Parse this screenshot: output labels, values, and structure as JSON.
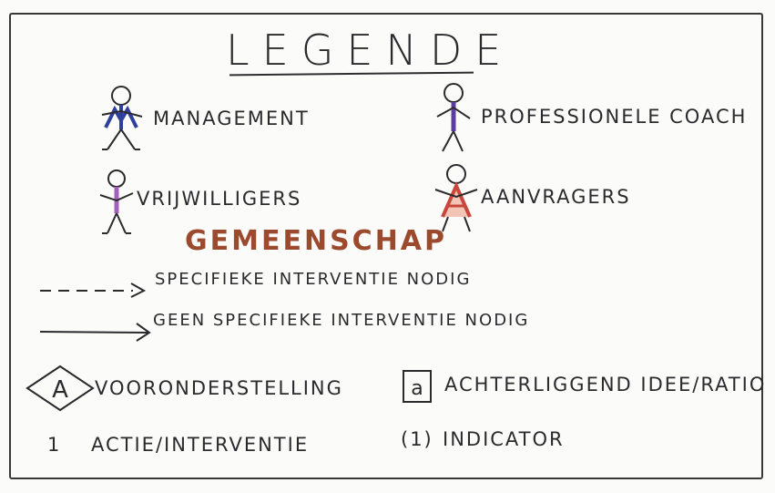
{
  "legend": {
    "title": "LEGENDE",
    "actors": [
      {
        "label": "MANAGEMENT",
        "color": "#2f3f9c",
        "icon": "stick-figure-management-icon"
      },
      {
        "label": "PROFESSIONELE COACH",
        "color": "#5b3fa0",
        "icon": "stick-figure-coach-icon"
      },
      {
        "label": "VRIJWILLIGERS",
        "color": "#a460b8",
        "icon": "stick-figure-volunteer-icon"
      },
      {
        "label": "AANVRAGERS",
        "color": "#c9463a",
        "icon": "stick-figure-applicant-icon"
      }
    ],
    "community": {
      "label": "GEMEENSCHAP",
      "color": "#9c4a2e"
    },
    "arrows": [
      {
        "label": "SPECIFIEKE INTERVENTIE NODIG",
        "style": "dashed"
      },
      {
        "label": "GEEN SPECIFIEKE INTERVENTIE NODIG",
        "style": "solid"
      }
    ],
    "symbols": [
      {
        "marker": "A",
        "label": "VOORONDERSTELLING",
        "shape": "diamond"
      },
      {
        "marker": "a",
        "label": "ACHTERLIGGEND IDEE/RATIO",
        "shape": "square"
      },
      {
        "marker": "1",
        "label": "ACTIE/INTERVENTIE",
        "shape": "none"
      },
      {
        "marker": "(1)",
        "label": "INDICATOR",
        "shape": "parentheses"
      }
    ]
  }
}
